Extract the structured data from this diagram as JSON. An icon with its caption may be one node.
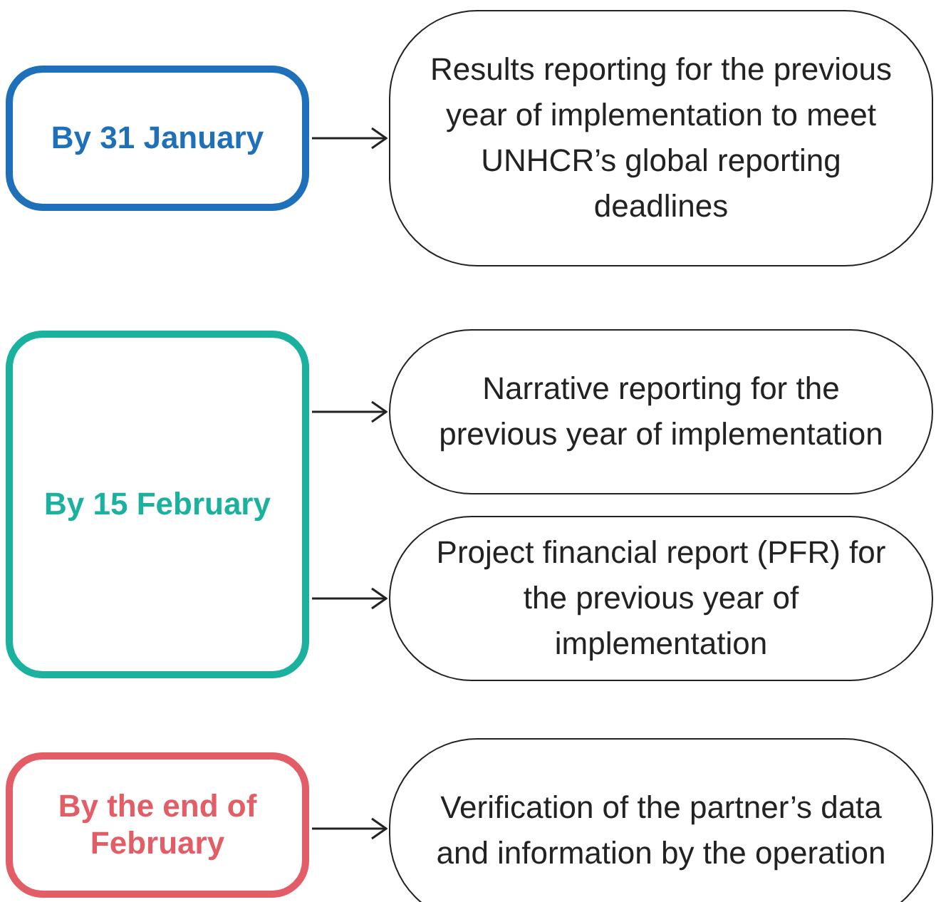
{
  "diagram": {
    "nodes": [
      {
        "text": [
          "By 31 January"
        ]
      },
      {
        "text": [
          "Results reporting for the previous year of implementation to meet UNHCR’s global reporting deadlines"
        ]
      },
      {
        "text": [
          "By 15 February"
        ]
      },
      {
        "text": [
          "Narrative reporting for the previous year of implementation"
        ]
      },
      {
        "text": [
          "Project financial report (PFR) for the previous year of implementation"
        ]
      },
      {
        "text": [
          "By the end of February"
        ]
      },
      {
        "text": [
          "Verification of the partner’s data and information by the operation"
        ]
      }
    ],
    "edges": [
      {
        "from": 0,
        "to": 1,
        "arrow": "to"
      },
      {
        "from": 2,
        "to": 3,
        "arrow": "to"
      },
      {
        "from": 2,
        "to": 4,
        "arrow": "to"
      },
      {
        "from": 5,
        "to": 6,
        "arrow": "to"
      }
    ]
  }
}
